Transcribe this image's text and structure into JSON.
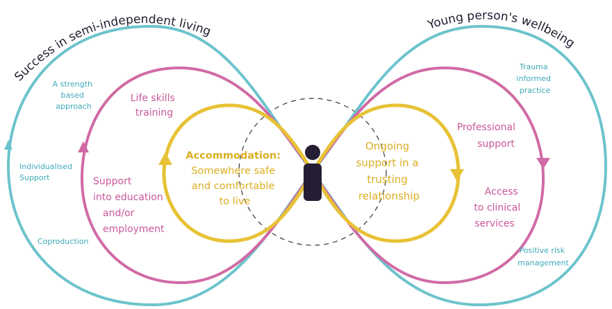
{
  "colors": {
    "outer_ring": "#6cc3cc",
    "middle_ring": "#d06aa5",
    "inner_ring": "#e7c235",
    "outer_text": "#3fa9b6",
    "middle_text": "#c9589a",
    "inner_text": "#dcae22",
    "figure": "#241d33",
    "heading_text": "#1f1c2e"
  },
  "icons": {
    "person": "person-icon"
  },
  "left": {
    "heading": "Success in semi-independent living",
    "outer_labels": {
      "strength": [
        "A strength",
        "based",
        "approach"
      ],
      "individualised": [
        "Individualised",
        "Support"
      ],
      "coproduction": "Coproduction"
    },
    "middle_labels": {
      "life_skills": [
        "Life skills",
        "training"
      ],
      "education": [
        "Support",
        "into education",
        "and/or",
        "employment"
      ]
    },
    "inner_label": [
      "Accommodation:",
      "Somewhere safe",
      "and comfortable",
      "to live"
    ]
  },
  "right": {
    "heading": "Young person's wellbeing",
    "outer_labels": {
      "trauma": [
        "Trauma",
        "informed",
        "practice"
      ],
      "risk": [
        "Positive risk",
        "management"
      ]
    },
    "middle_labels": {
      "professional": [
        "Professional",
        "support"
      ],
      "clinical": [
        "Access",
        "to clinical",
        "services"
      ]
    },
    "inner_label": [
      "Ongoing",
      "support in a",
      "trusting",
      "relationship"
    ]
  }
}
